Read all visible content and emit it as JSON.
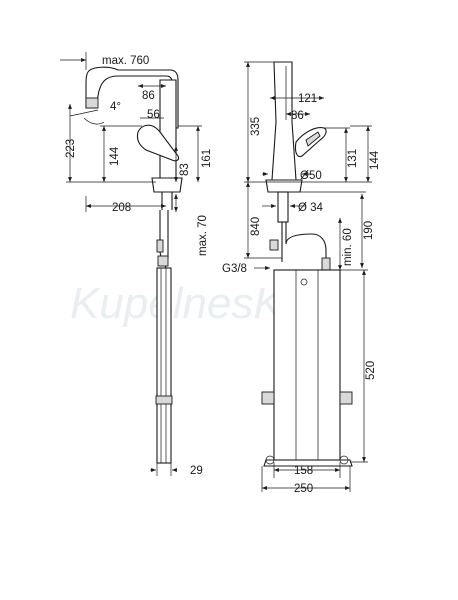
{
  "watermark": "KupelnesK",
  "left_view": {
    "pullout_max": "max. 760",
    "angle": "4°",
    "dim_86": "86",
    "dim_56": "56",
    "dim_223": "223",
    "dim_144": "144",
    "dim_83": "83",
    "dim_161": "161",
    "dim_208": "208",
    "dim_max70": "max. 70",
    "dim_29": "29"
  },
  "right_view": {
    "dim_335": "335",
    "dim_121": "121",
    "dim_86": "86",
    "dim_131": "131",
    "dim_144": "144",
    "dim_d50": "Ø50",
    "dim_d34": "Ø 34",
    "dim_840": "840",
    "dim_190": "190",
    "dim_min60": "min. 60",
    "thread": "G3/8",
    "dim_520": "520",
    "dim_158": "158",
    "dim_250": "250"
  }
}
